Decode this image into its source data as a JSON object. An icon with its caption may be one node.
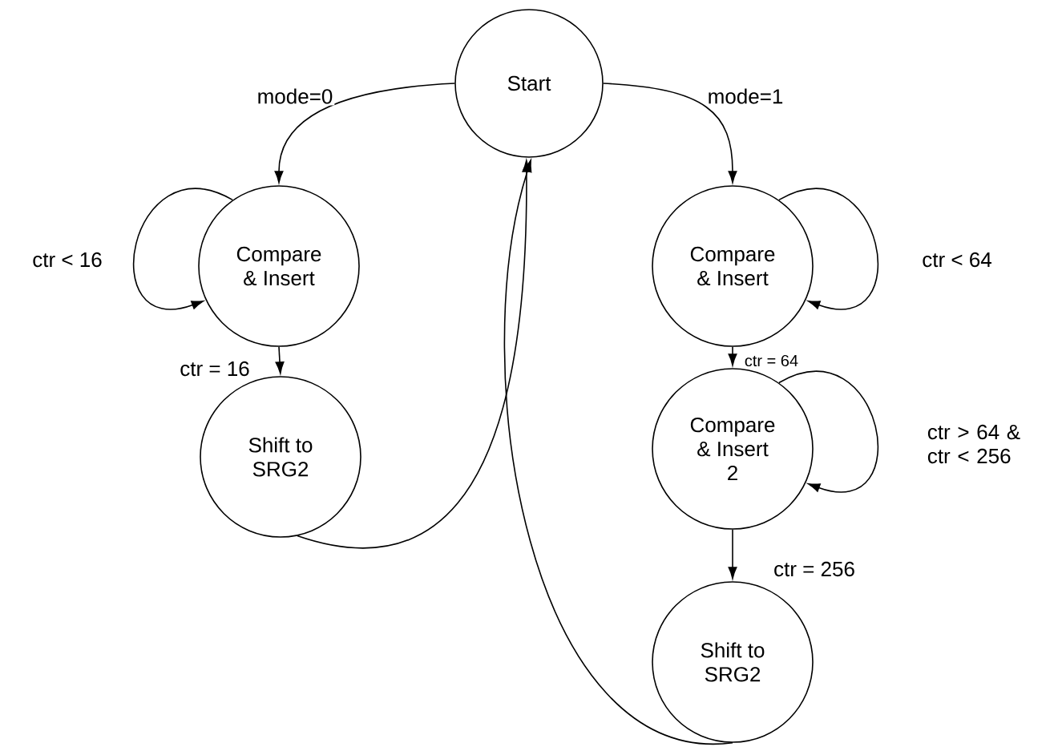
{
  "diagram": {
    "nodes": [
      {
        "text": [
          "Start"
        ]
      },
      {
        "text": [
          "Compare & Insert"
        ]
      },
      {
        "text": [
          "Shift to SRG2"
        ]
      },
      {
        "text": [
          "Compare & Insert"
        ]
      },
      {
        "text": [
          "Compare & Insert 2"
        ]
      },
      {
        "text": [
          "Shift to SRG2"
        ]
      }
    ],
    "edges": [
      {
        "from": 0,
        "to": 1,
        "arrow": "to",
        "label": "mode=0"
      },
      {
        "from": 1,
        "to": 1,
        "arrow": "to",
        "label": "ctr < 16"
      },
      {
        "from": 1,
        "to": 2,
        "arrow": "to",
        "label": "ctr = 16"
      },
      {
        "from": 2,
        "to": 0,
        "arrow": "to"
      },
      {
        "from": 0,
        "to": 3,
        "arrow": "to",
        "label": "mode=1"
      },
      {
        "from": 3,
        "to": 3,
        "arrow": "to",
        "label": "ctr < 64"
      },
      {
        "from": 3,
        "to": 4,
        "arrow": "to",
        "label": "ctr = 64"
      },
      {
        "from": 4,
        "to": 4,
        "arrow": "to",
        "label": "ctr > 64 & ctr < 256"
      },
      {
        "from": 4,
        "to": 5,
        "arrow": "to",
        "label": "ctr = 256"
      },
      {
        "from": 5,
        "to": 0,
        "arrow": "to"
      }
    ]
  }
}
